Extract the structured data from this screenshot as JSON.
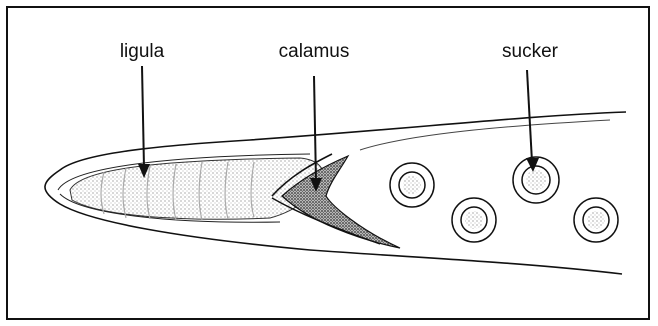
{
  "labels": {
    "ligula": "ligula",
    "calamus": "calamus",
    "sucker": "sucker"
  },
  "colors": {
    "line": "#111111",
    "stipple": "#555555",
    "background": "#ffffff"
  }
}
